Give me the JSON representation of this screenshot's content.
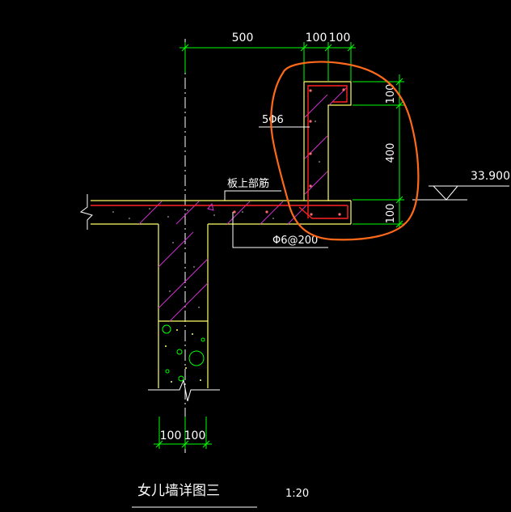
{
  "drawing": {
    "title": "女儿墙详图三",
    "scale": "1:20",
    "elevation": "33.900"
  },
  "dimensions": {
    "top_500": "500",
    "top_100_a": "100",
    "top_100_b": "100",
    "right_100_top": "100",
    "right_400": "400",
    "right_100_bottom": "100",
    "bottom_100_a": "100",
    "bottom_100_b": "100"
  },
  "annotations": {
    "rebar_5phi6": "5Φ6",
    "slab_top_bar": "板上部筋",
    "stirrup_spec": "Φ6@200"
  },
  "colors": {
    "background": "#000000",
    "concrete_outline": "#ffff66",
    "dimension_line": "#00ff00",
    "hatch": "#cc33cc",
    "rebar": "#ff2222",
    "highlight": "#ff6a1a",
    "axis": "#ffffff"
  }
}
